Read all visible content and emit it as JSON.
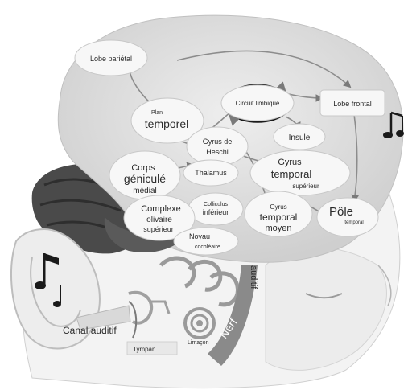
{
  "diagram": {
    "nodes": {
      "lobe_parietal": "Lobe pariétal",
      "lobe_frontal": "Lobe frontal",
      "circuit_limbique": "Circuit limbique",
      "insule": "Insule",
      "plan_small": "Plan",
      "plan_big": "temporel",
      "heschl": [
        "Gyrus de",
        "Heschl"
      ],
      "thalamus": "Thalamus",
      "gts_line1": "Gyrus",
      "gts_line2": "temporal",
      "gts_line3": "supérieur",
      "corps_line1": "Corps",
      "corps_line2": "géniculé",
      "corps_line3": "médial",
      "colliculus_line1": "Colliculus",
      "colliculus_line2": "inférieur",
      "complexe_line1": "Complexe",
      "complexe_line2": "olivaire",
      "complexe_line3": "supérieur",
      "gtm_line1": "Gyrus",
      "gtm_line2": "temporal",
      "gtm_line3": "moyen",
      "pole_big": "Pôle",
      "pole_small": "temporal",
      "noyau_line1": "Noyau",
      "noyau_line2": "cochléaire"
    },
    "labels": {
      "canal_auditif": "Canal auditif",
      "tympan": "Tympan",
      "limacon": "Limaçon",
      "nerf": "Nerf",
      "auditif": "auditif"
    },
    "colors": {
      "node_fill": "#f7f7f7",
      "arrow": "#8c8c8c",
      "brain": "#e2e2e2",
      "face": "#ececec",
      "hair": "#4a4a4a"
    },
    "icons": [
      "music-note-icon",
      "music-note-icon"
    ]
  }
}
